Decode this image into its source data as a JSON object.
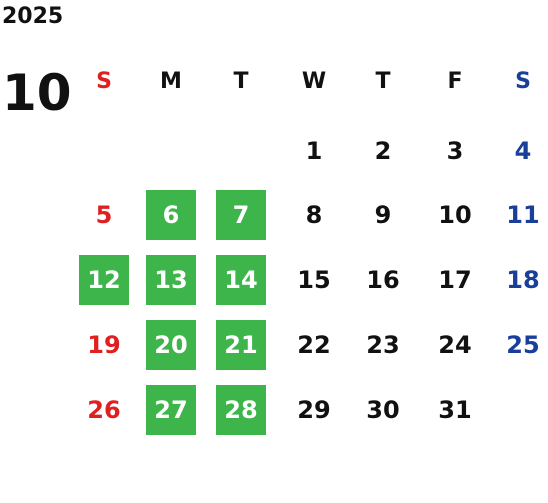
{
  "year": "2025",
  "month": "10",
  "weekdays": [
    "S",
    "M",
    "T",
    "W",
    "T",
    "F",
    "S"
  ],
  "colors": {
    "sunday": "#e02020",
    "saturday": "#1a3f9a",
    "highlight_bg": "#3db54a",
    "default_text": "#111111"
  },
  "weeks": [
    [
      {
        "day": "",
        "highlighted": false
      },
      {
        "day": "",
        "highlighted": false
      },
      {
        "day": "",
        "highlighted": false
      },
      {
        "day": "1",
        "highlighted": false
      },
      {
        "day": "2",
        "highlighted": false
      },
      {
        "day": "3",
        "highlighted": false
      },
      {
        "day": "4",
        "highlighted": false
      }
    ],
    [
      {
        "day": "5",
        "highlighted": false
      },
      {
        "day": "6",
        "highlighted": true
      },
      {
        "day": "7",
        "highlighted": true
      },
      {
        "day": "8",
        "highlighted": false
      },
      {
        "day": "9",
        "highlighted": false
      },
      {
        "day": "10",
        "highlighted": false
      },
      {
        "day": "11",
        "highlighted": false
      }
    ],
    [
      {
        "day": "12",
        "highlighted": true
      },
      {
        "day": "13",
        "highlighted": true
      },
      {
        "day": "14",
        "highlighted": true
      },
      {
        "day": "15",
        "highlighted": false
      },
      {
        "day": "16",
        "highlighted": false
      },
      {
        "day": "17",
        "highlighted": false
      },
      {
        "day": "18",
        "highlighted": false
      }
    ],
    [
      {
        "day": "19",
        "highlighted": false
      },
      {
        "day": "20",
        "highlighted": true
      },
      {
        "day": "21",
        "highlighted": true
      },
      {
        "day": "22",
        "highlighted": false
      },
      {
        "day": "23",
        "highlighted": false
      },
      {
        "day": "24",
        "highlighted": false
      },
      {
        "day": "25",
        "highlighted": false
      }
    ],
    [
      {
        "day": "26",
        "highlighted": false
      },
      {
        "day": "27",
        "highlighted": true
      },
      {
        "day": "28",
        "highlighted": true
      },
      {
        "day": "29",
        "highlighted": false
      },
      {
        "day": "30",
        "highlighted": false
      },
      {
        "day": "31",
        "highlighted": false
      },
      {
        "day": "",
        "highlighted": false
      }
    ]
  ]
}
